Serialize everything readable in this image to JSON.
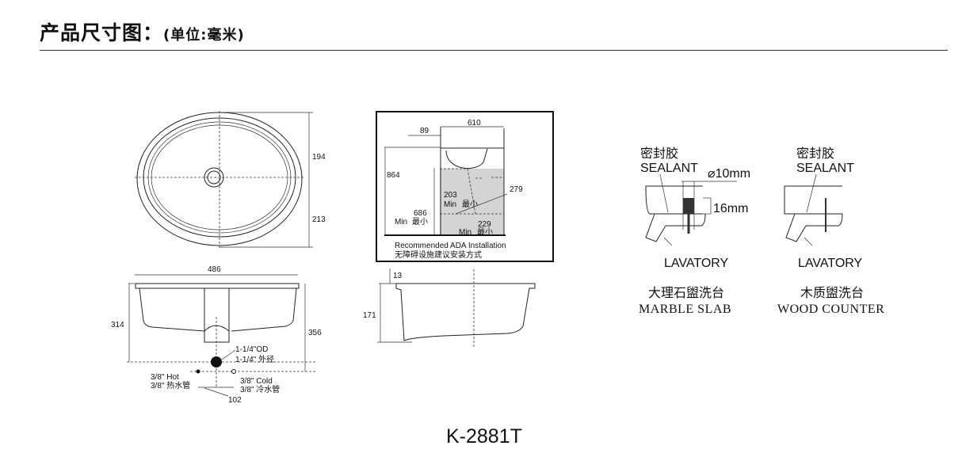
{
  "header": {
    "title": "产品尺寸图：",
    "unit": "(单位:毫米)"
  },
  "top_view": {
    "dim_depth_back": "194",
    "dim_depth_front": "213"
  },
  "ada": {
    "dim_89": "89",
    "dim_610": "610",
    "dim_864": "864",
    "dim_203": "203",
    "dim_279": "279",
    "dim_686": "686",
    "dim_229": "229",
    "min_label": "Min",
    "min_cn": "最小",
    "caption_en": "Recommended ADA Installation",
    "caption_cn": "无障碍设施建议安装方式"
  },
  "front_view": {
    "dim_width": "486",
    "dim_314": "314",
    "dim_356": "356",
    "drain_en": "1-1/4\"OD",
    "drain_cn": "1-1/4\"  外径",
    "hot_en": "3/8\" Hot",
    "hot_cn": "3/8\" 热水管",
    "cold_en": "3/8\" Cold",
    "cold_cn": "3/8\" 冷水管",
    "dim_102": "102"
  },
  "side_view": {
    "dim_13": "13",
    "dim_171": "171"
  },
  "details": [
    {
      "sealant_cn": "密封胶",
      "sealant_en": "SEALANT",
      "dia": "⌀10mm",
      "depth": "16mm",
      "lavatory": "LAVATORY",
      "name_cn": "大理石盥洗台",
      "name_en": "MARBLE SLAB"
    },
    {
      "sealant_cn": "密封胶",
      "sealant_en": "SEALANT",
      "lavatory": "LAVATORY",
      "name_cn": "木质盥洗台",
      "name_en": "WOOD COUNTER"
    }
  ],
  "model": "K-2881T"
}
